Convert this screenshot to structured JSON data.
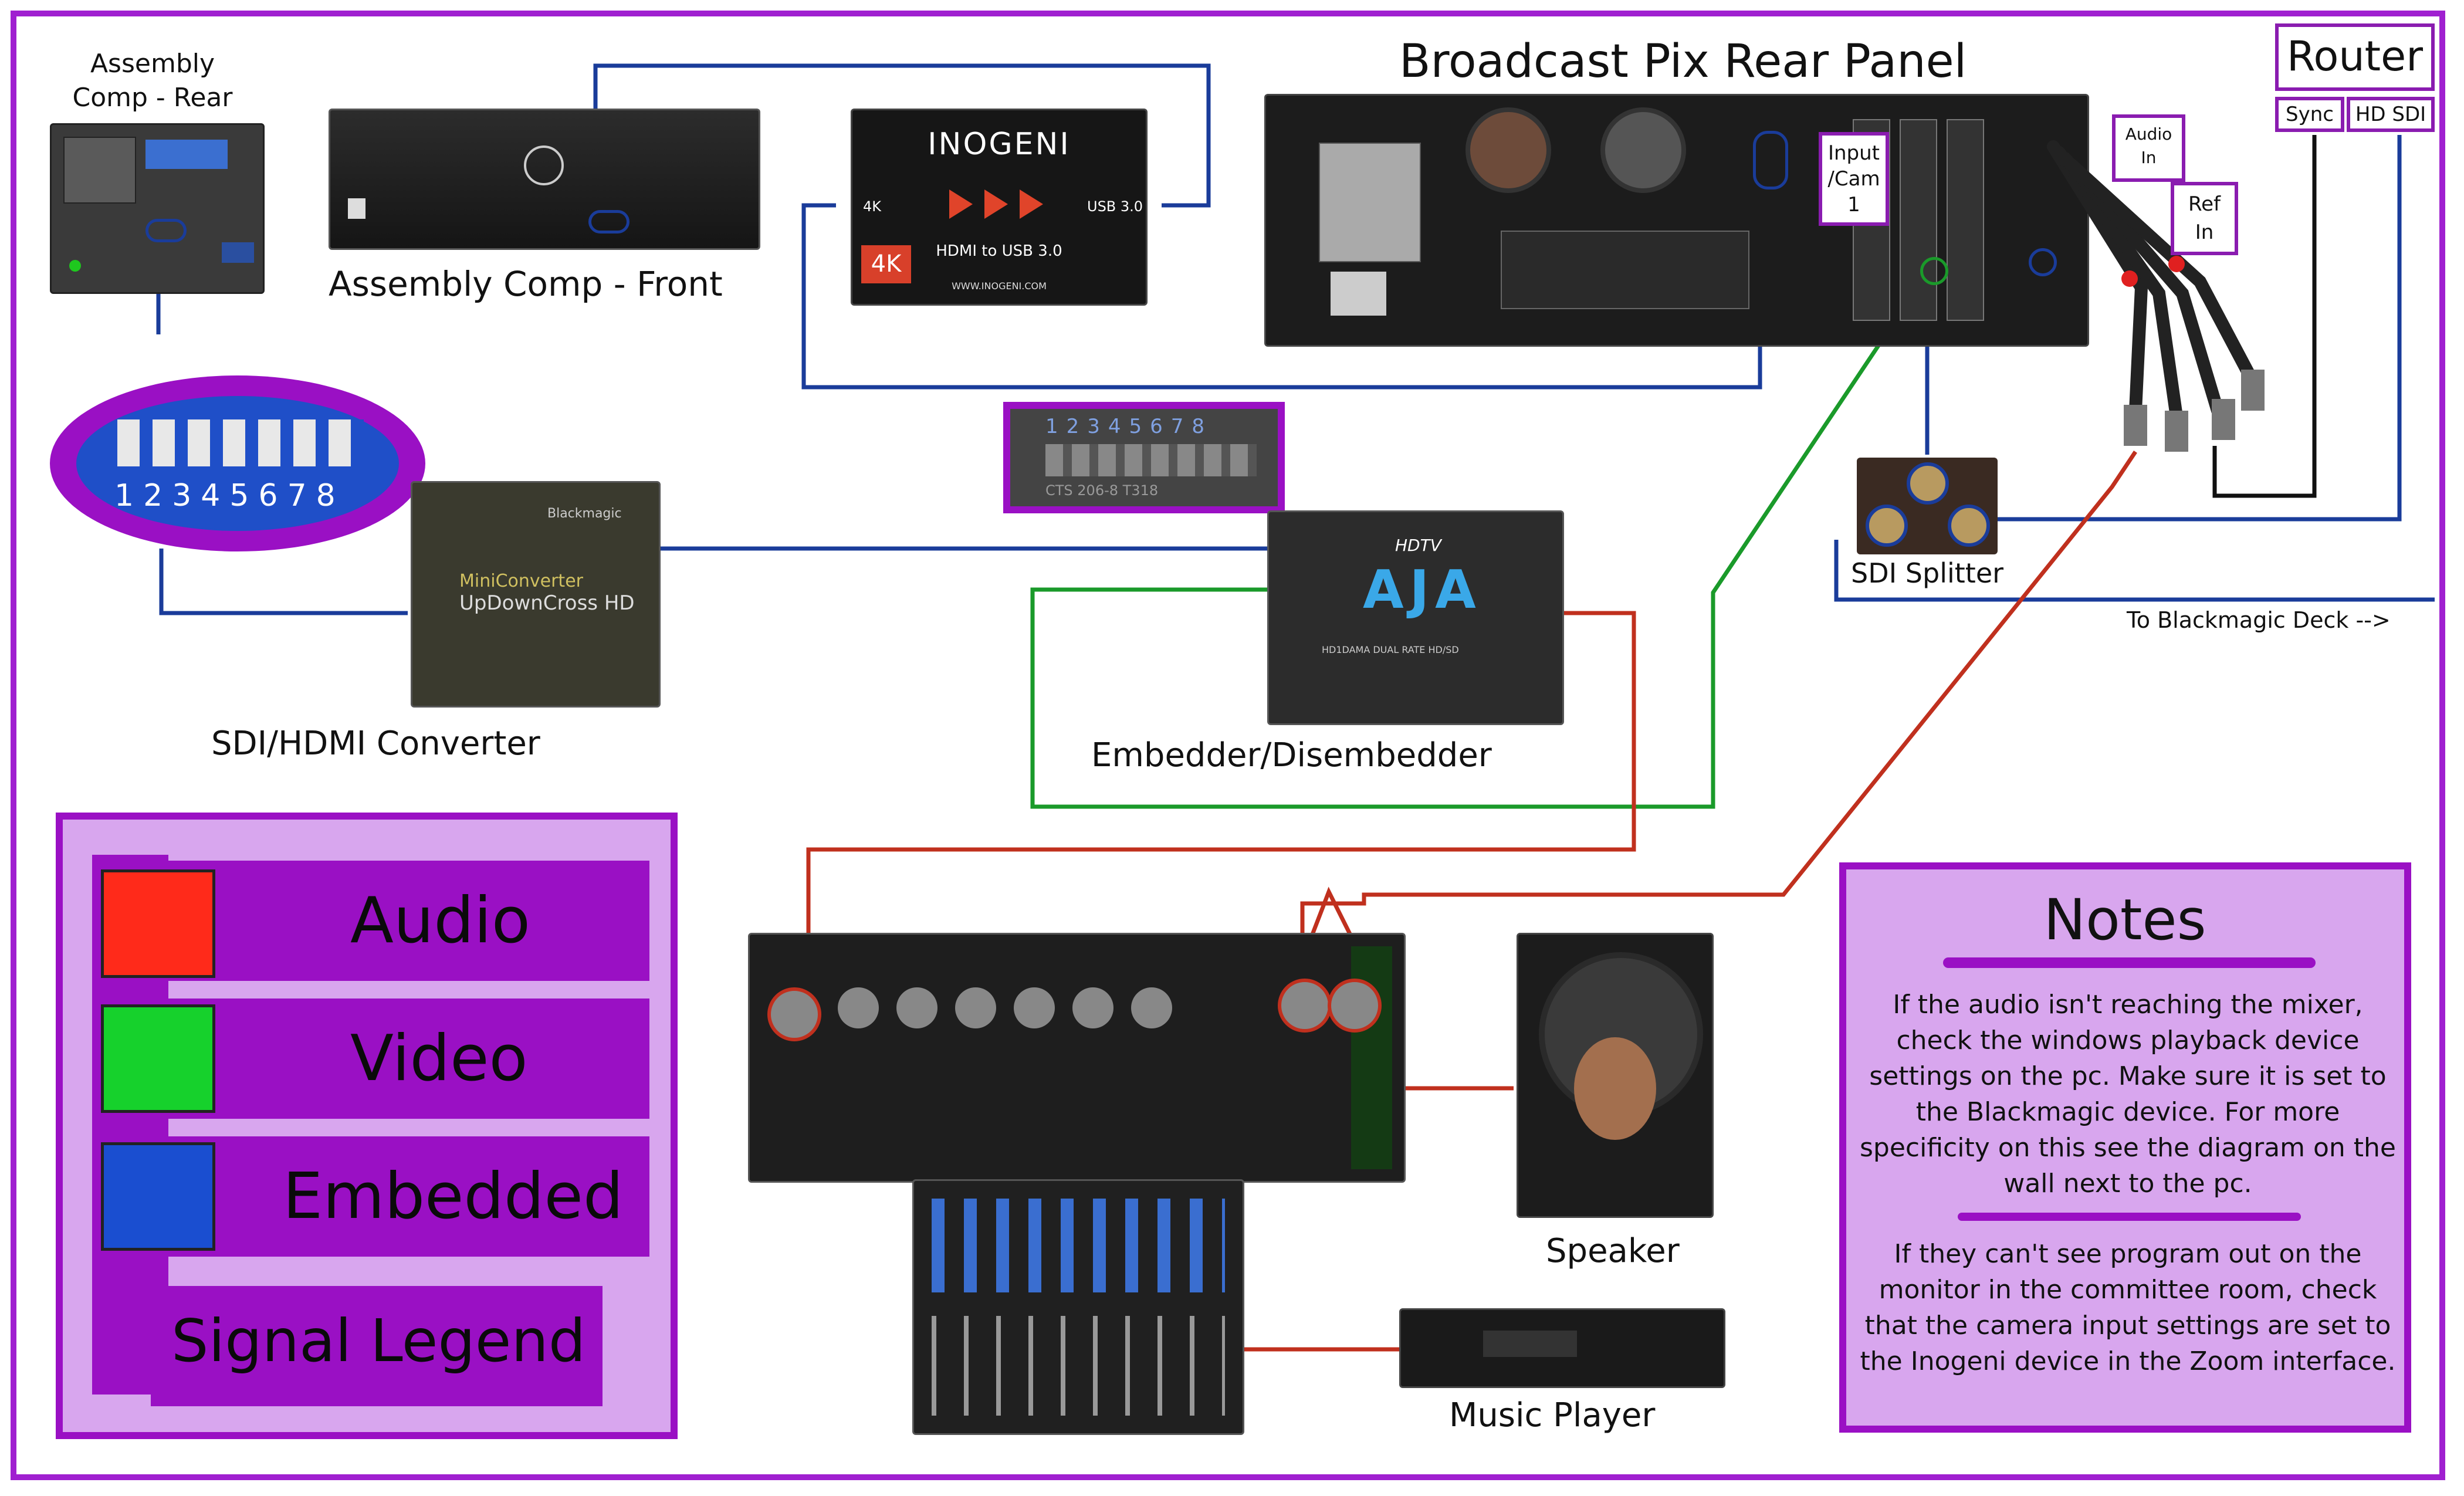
{
  "title": "Broadcast Pix Rear Panel",
  "devices": {
    "assembly_rear": "Assembly\nComp - Rear",
    "assembly_front": "Assembly Comp - Front",
    "inogeni": {
      "brand": "INOGENI",
      "port_left": "4K",
      "port_right": "USB 3.0",
      "badge": "4K",
      "subtitle": "HDMI to USB 3.0",
      "url": "WWW.INOGENI.COM"
    },
    "converter": {
      "label": "SDI/HDMI Converter",
      "line1": "MiniConverter",
      "line2": "UpDownCross HD",
      "brand": "Blackmagic"
    },
    "embedder": {
      "label": "Embedder/Disembedder",
      "brand": "AJA",
      "sub": "HDTV",
      "model": "HD1DAMA DUAL RATE HD/SD"
    },
    "splitter": "SDI Splitter",
    "speaker": "Speaker",
    "music_player": "Music Player",
    "deck": "To Blackmagic Deck -->",
    "dip_numbers": [
      "1",
      "2",
      "3",
      "4",
      "5",
      "6",
      "7",
      "8"
    ],
    "dip_small": "CTS 206-8 T318"
  },
  "router": {
    "title": "Router",
    "sync": "Sync",
    "hd_sdi": "HD SDI"
  },
  "callouts": {
    "input_cam": "Input\n/Cam\n1",
    "audio_in": "Audio\nIn",
    "ref_in": "Ref\nIn"
  },
  "legend": {
    "title": "Signal Legend",
    "items": [
      {
        "label": "Audio",
        "color": "#ff2a1a"
      },
      {
        "label": "Video",
        "color": "#16d12c"
      },
      {
        "label": "Embedded",
        "color": "#1a4ed0"
      }
    ]
  },
  "notes": {
    "title": "Notes",
    "p1": "If the audio isn't reaching the mixer, check the windows playback device settings on the pc. Make sure it is set to the Blackmagic device. For more specificity on this see the diagram on the wall next to the pc.",
    "p2": "If they can't see program out on the monitor in the committee room, check that the camera input settings are set to the Inogeni device in the Zoom interface."
  },
  "colors": {
    "audio": "#c0301e",
    "video": "#1a9a2a",
    "embedded": "#1a3c9a",
    "accent": "#9a10c4"
  }
}
